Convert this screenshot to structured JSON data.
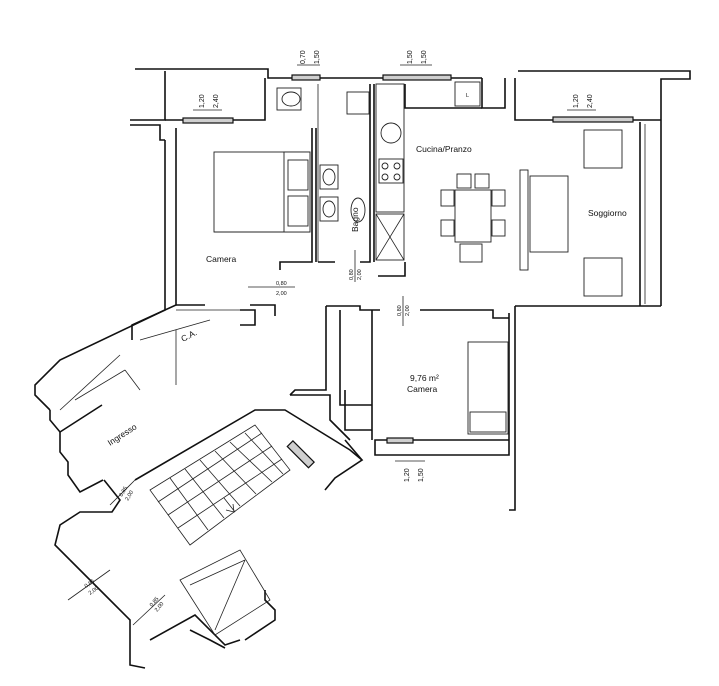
{
  "rooms": {
    "camera_main": "Camera",
    "bagno": "Bagno",
    "cucina": "Cucina/Pranzo",
    "soggiorno": "Soggiorno",
    "camera_small": "Camera",
    "camera_small_area": "9,76 m²",
    "ingresso": "Ingresso",
    "ca": "C.A.",
    "kitchen_mark": "L"
  },
  "window_dims": {
    "w1_a": "0,70",
    "w1_b": "1,50",
    "w2_a": "1,50",
    "w2_b": "1,50",
    "w3_a": "1,20",
    "w3_b": "2,40",
    "w4_a": "1,20",
    "w4_b": "2,40",
    "w5_a": "1,20",
    "w5_b": "1,50"
  },
  "door_dims": {
    "d1_a": "0,80",
    "d1_b": "2,00",
    "d2_a": "0,80",
    "d2_b": "2,00",
    "d3_a": "0,80",
    "d3_b": "2,00",
    "d4_a": "0,85",
    "d4_b": "2,00",
    "d5_a": "0,85",
    "d5_b": "2,00",
    "d6_a": "0,85",
    "d6_b": "2,00"
  }
}
